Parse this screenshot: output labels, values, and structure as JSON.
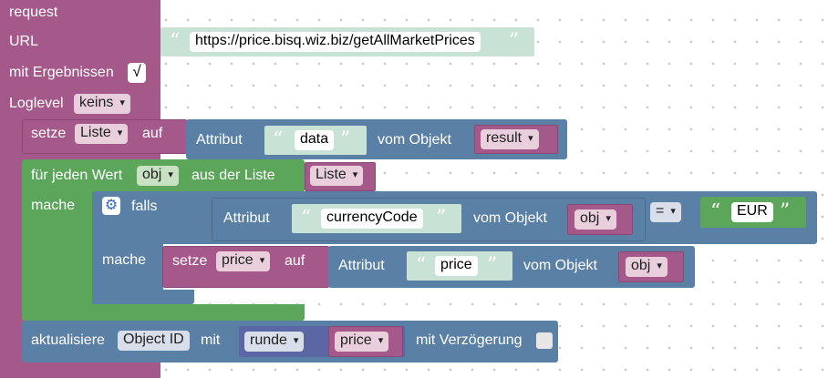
{
  "request": {
    "label": "request",
    "url_label": "URL",
    "url_value": "https://price.bisq.wiz.biz/getAllMarketPrices",
    "results_label": "mit Ergebnissen",
    "results_check": "√",
    "loglevel_label": "Loglevel",
    "loglevel_value": "keins"
  },
  "set_list": {
    "setze": "setze",
    "var": "Liste",
    "auf": "auf",
    "attribut": "Attribut",
    "attr_value": "data",
    "vom_objekt": "vom Objekt",
    "object": "result"
  },
  "foreach": {
    "label": "für jeden Wert",
    "var": "obj",
    "aus_liste": "aus der Liste",
    "list": "Liste",
    "mache": "mache"
  },
  "if_block": {
    "falls": "falls",
    "attribut": "Attribut",
    "attr_value": "currencyCode",
    "vom_objekt": "vom Objekt",
    "object": "obj",
    "operator": "=",
    "compare": "EUR",
    "mache": "mache"
  },
  "set_price": {
    "setze": "setze",
    "var": "price",
    "auf": "auf",
    "attribut": "Attribut",
    "attr_value": "price",
    "vom_objekt": "vom Objekt",
    "object": "obj"
  },
  "update": {
    "label": "aktualisiere",
    "object_id": "Object ID",
    "mit": "mit",
    "round": "runde",
    "var": "price",
    "delay_label": "mit Verzögerung"
  },
  "colors": {
    "purple": "#a5598a",
    "blue": "#5b80a5",
    "green": "#5ba65b",
    "teal": "#c8e2d6"
  }
}
